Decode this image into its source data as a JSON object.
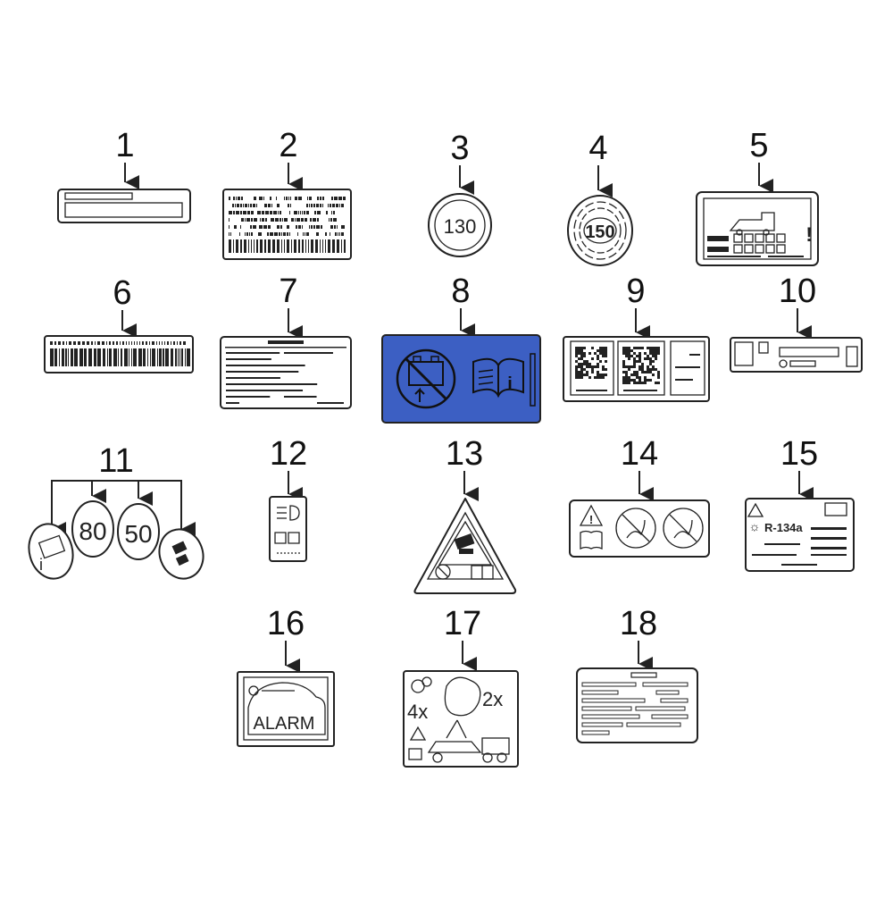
{
  "diagram": {
    "callouts": [
      "1",
      "2",
      "3",
      "4",
      "5",
      "6",
      "7",
      "8",
      "9",
      "10",
      "11",
      "12",
      "13",
      "14",
      "15",
      "16",
      "17",
      "18"
    ],
    "label_texts": {
      "speed_130": "130",
      "speed_150": "150",
      "speed_80": "80",
      "speed_50": "50",
      "refrigerant": "R-134a",
      "alarm": "ALARM",
      "mult_4x": "4x",
      "mult_2x": "2x"
    },
    "highlighted_part": "8",
    "colors": {
      "highlight_fill": "#3c5fc3",
      "line": "#222222",
      "background": "#ffffff"
    }
  }
}
